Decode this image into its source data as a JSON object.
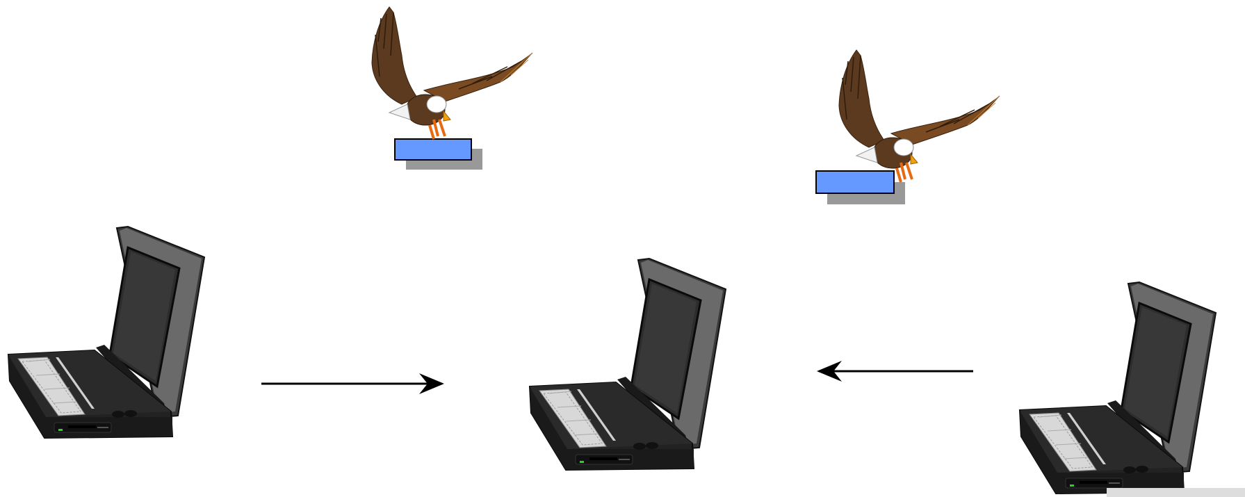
{
  "diagram": {
    "type": "network-packet-capture",
    "background": "#ffffff",
    "nodes": [
      {
        "id": "laptop-left",
        "kind": "laptop-icon"
      },
      {
        "id": "laptop-center",
        "kind": "laptop-icon"
      },
      {
        "id": "laptop-right",
        "kind": "laptop-icon"
      }
    ],
    "edges": [
      {
        "from": "laptop-left",
        "to": "laptop-center",
        "direction": "right",
        "color": "#000000"
      },
      {
        "from": "laptop-right",
        "to": "laptop-center",
        "direction": "left",
        "color": "#000000"
      }
    ],
    "interceptors": [
      {
        "id": "eagle-left",
        "kind": "eagle-icon",
        "packet_color": "#6699ff",
        "shadow_color": "#999999"
      },
      {
        "id": "eagle-right",
        "kind": "eagle-icon",
        "packet_color": "#6699ff",
        "shadow_color": "#999999"
      }
    ]
  }
}
